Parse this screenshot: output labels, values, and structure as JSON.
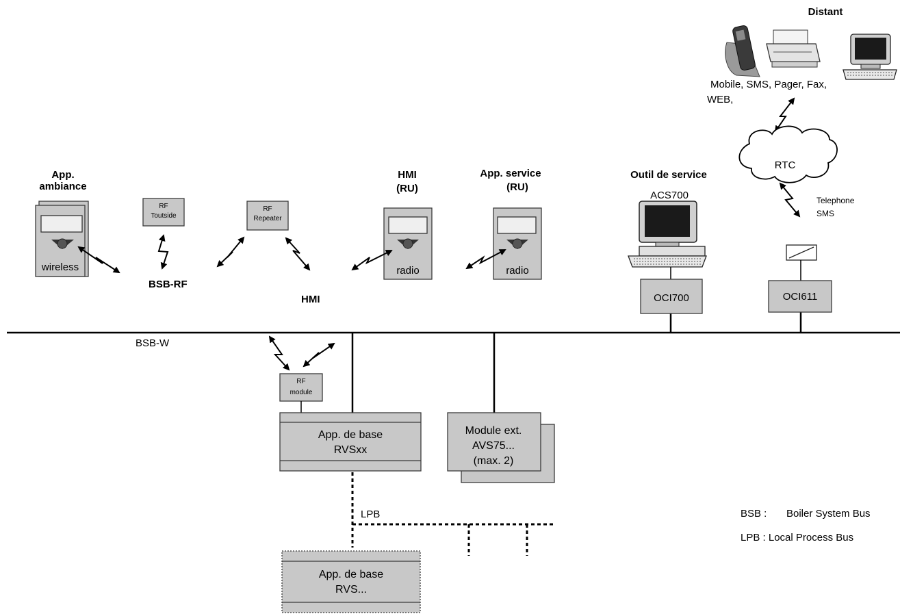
{
  "colors": {
    "device_fill": "#c8c8c8",
    "screen_fill": "#efefef",
    "line": "#000000",
    "background": "#ffffff"
  },
  "labels": {
    "distant": "Distant",
    "remote_channels_1": "Mobile, SMS, Pager, Fax,",
    "remote_channels_2": "WEB,",
    "rtc": "RTC",
    "telephone": "Telephone",
    "sms": "SMS",
    "outil_service": "Outil de service",
    "acs700": "ACS700",
    "oci700": "OCI700",
    "oci611": "OCI611",
    "app_ambiance_1": "App.",
    "app_ambiance_2": "ambiance",
    "wireless": "wireless",
    "rf_toutside_1": "RF",
    "rf_toutside_2": "Toutside",
    "bsb_rf": "BSB-RF",
    "rf_repeater_1": "RF",
    "rf_repeater_2": "Repeater",
    "hmi": "HMI",
    "hmi_ru_1": "HMI",
    "hmi_ru_2": "(RU)",
    "radio_hmi": "radio",
    "app_service_1": "App. service",
    "app_service_2": "(RU)",
    "radio_service": "radio",
    "bsb_w": "BSB-W",
    "rf_module_1": "RF",
    "rf_module_2": "module",
    "app_base_1": "App. de base",
    "app_base_2": "RVSxx",
    "module_ext_1": "Module ext.",
    "module_ext_2": "AVS75...",
    "module_ext_3": "(max. 2)",
    "lpb": "LPB",
    "app_base_b_1": "App. de base",
    "app_base_b_2": "RVS...",
    "legend_bsb_abbr": "BSB :",
    "legend_bsb_text": "Boiler System Bus",
    "legend_lpb": "LPB : Local Process Bus"
  },
  "icons": [
    "mobile-phone-icon",
    "fax-printer-icon",
    "computer-icon",
    "cloud-icon",
    "wireless-link-icon"
  ]
}
